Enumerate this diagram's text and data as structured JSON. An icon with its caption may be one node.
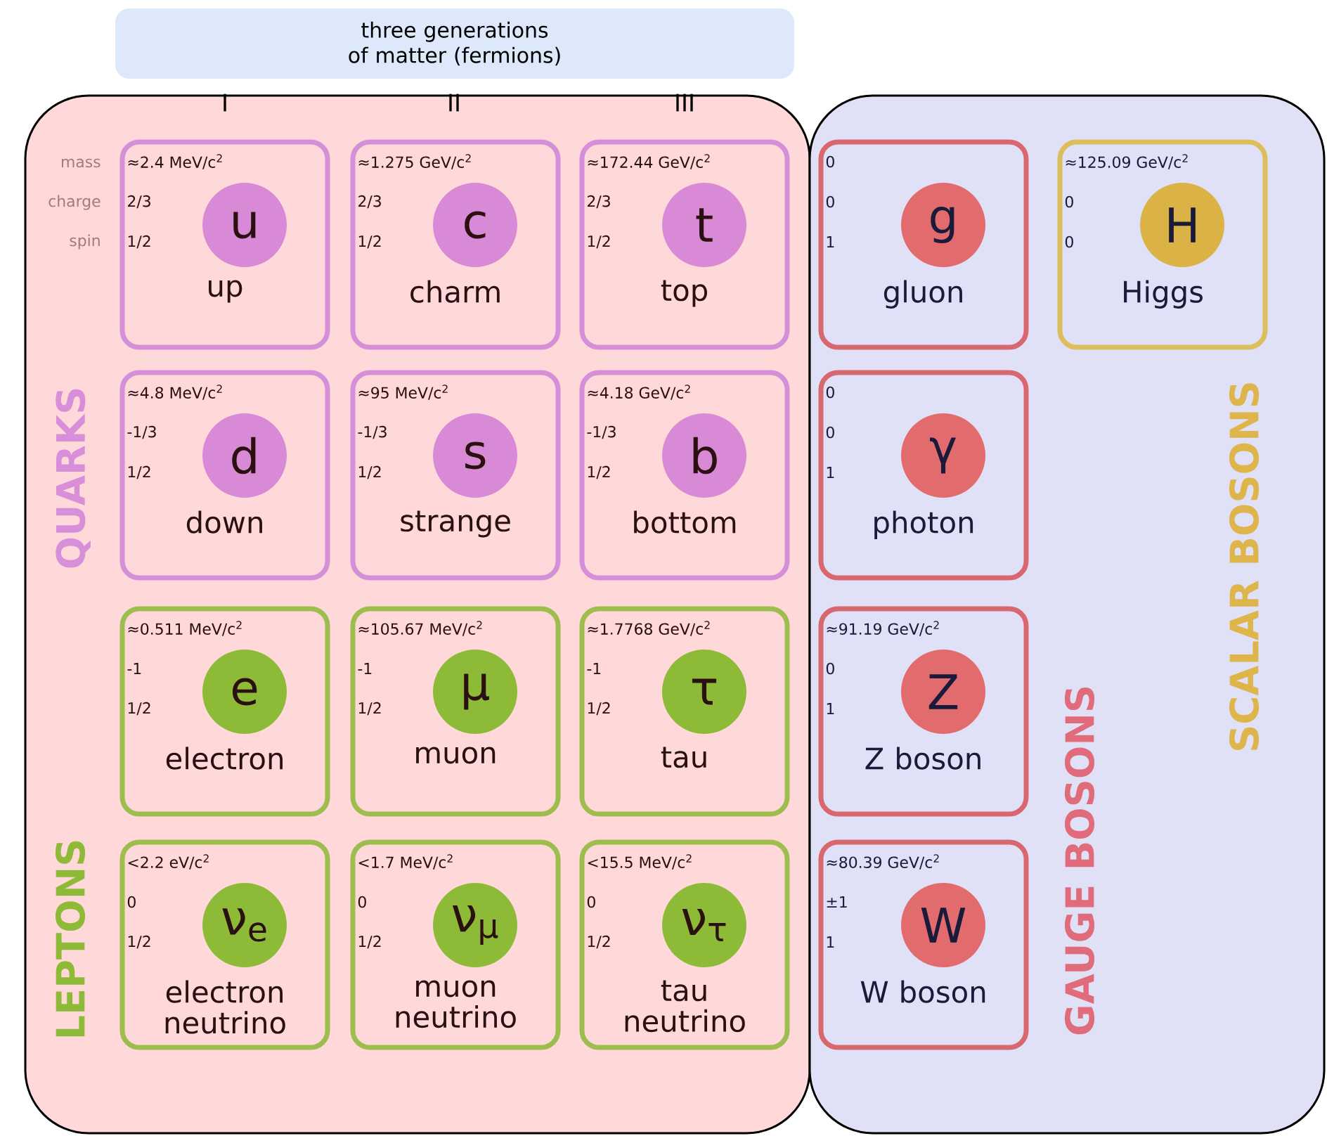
{
  "diagram": {
    "nodes": [
      {
        "text": [
          "three generations of matter (fermions)"
        ]
      },
      {
        "text": [],
        "shape": "box"
      },
      {
        "text": [],
        "shape": "box"
      },
      {
        "text": [
          "≈2.4 MeV/c$^{2}$",
          "2/3",
          "1/2",
          "up"
        ],
        "in": 1
      },
      {
        "text": [
          "u"
        ],
        "in": 3
      },
      {
        "text": [
          "≈1.275 GeV/c$^{2}$",
          "2/3",
          "1/2",
          "charm"
        ],
        "in": 1
      },
      {
        "text": [
          "c"
        ],
        "in": 5
      },
      {
        "text": [
          "≈172.44 GeV/c$^{2}$",
          "2/3",
          "1/2",
          "top"
        ],
        "in": 1
      },
      {
        "text": [
          "t"
        ],
        "in": 7
      },
      {
        "text": [
          "0",
          "0",
          "1",
          "gluon"
        ],
        "in": 2
      },
      {
        "text": [
          "g"
        ],
        "in": 9
      },
      {
        "text": [
          "≈125.09 GeV/c$^{2}$",
          "0",
          "0",
          "Higgs"
        ],
        "in": 2
      },
      {
        "text": [
          "H"
        ],
        "in": 11
      },
      {
        "text": [
          "≈4.8 MeV/c$^{2}$",
          "-1/3",
          "1/2",
          "down"
        ],
        "in": 1
      },
      {
        "text": [
          "d"
        ],
        "in": 13
      },
      {
        "text": [
          "≈95 MeV/c$^{2}$",
          "-1/3",
          "1/2",
          "strange"
        ],
        "in": 1
      },
      {
        "text": [
          "s"
        ],
        "in": 15
      },
      {
        "text": [
          "≈4.18 GeV/c$^{2}$",
          "-1/3",
          "1/2",
          "bottom"
        ],
        "in": 1
      },
      {
        "text": [
          "b"
        ],
        "in": 17
      },
      {
        "text": [
          "0",
          "0",
          "1",
          "photon"
        ],
        "in": 2
      },
      {
        "text": [
          "γ"
        ],
        "in": 19
      },
      {
        "text": [
          "≈0.511 MeV/c$^{2}$",
          "-1",
          "1/2",
          "electron"
        ],
        "in": 1
      },
      {
        "text": [
          "e"
        ],
        "in": 21
      },
      {
        "text": [
          "≈105.67 MeV/c$^{2}$",
          "-1",
          "1/2",
          "muon"
        ],
        "in": 1
      },
      {
        "text": [
          "μ"
        ],
        "in": 23
      },
      {
        "text": [
          "≈1.7768 GeV/c$^{2}$",
          "-1",
          "1/2",
          "tau"
        ],
        "in": 1
      },
      {
        "text": [
          "τ"
        ],
        "in": 25
      },
      {
        "text": [
          "≈91.19 GeV/c$^{2}$",
          "0",
          "1",
          "Z boson"
        ],
        "in": 2
      },
      {
        "text": [
          "Z"
        ],
        "in": 27
      },
      {
        "text": [
          "<2.2 eV/c$^{2}$",
          "0",
          "1/2",
          "electron neutrino"
        ],
        "in": 1
      },
      {
        "text": [
          "ν$_{e}$"
        ],
        "in": 29
      },
      {
        "text": [
          "<1.7 MeV/c$^{2}$",
          "0",
          "1/2",
          "muon neutrino"
        ],
        "in": 1
      },
      {
        "text": [
          "ν$_{μ}$"
        ],
        "in": 31
      },
      {
        "text": [
          "<15.5 MeV/c$^{2}$",
          "0",
          "1/2",
          "tau neutrino"
        ],
        "in": 1
      },
      {
        "text": [
          "ν$_{τ}$"
        ],
        "in": 33
      },
      {
        "text": [
          "≈80.39 GeV/c$^{2}$",
          "±1",
          "1",
          "W boson"
        ],
        "in": 2
      },
      {
        "text": [
          "W"
        ],
        "in": 35
      }
    ],
    "labels": [
      "I",
      "II",
      "III",
      "mass",
      "charge",
      "spin",
      "QUARKS",
      "LEPTONS",
      "GAUGE BOSONS",
      "SCALAR BOSONS"
    ]
  }
}
